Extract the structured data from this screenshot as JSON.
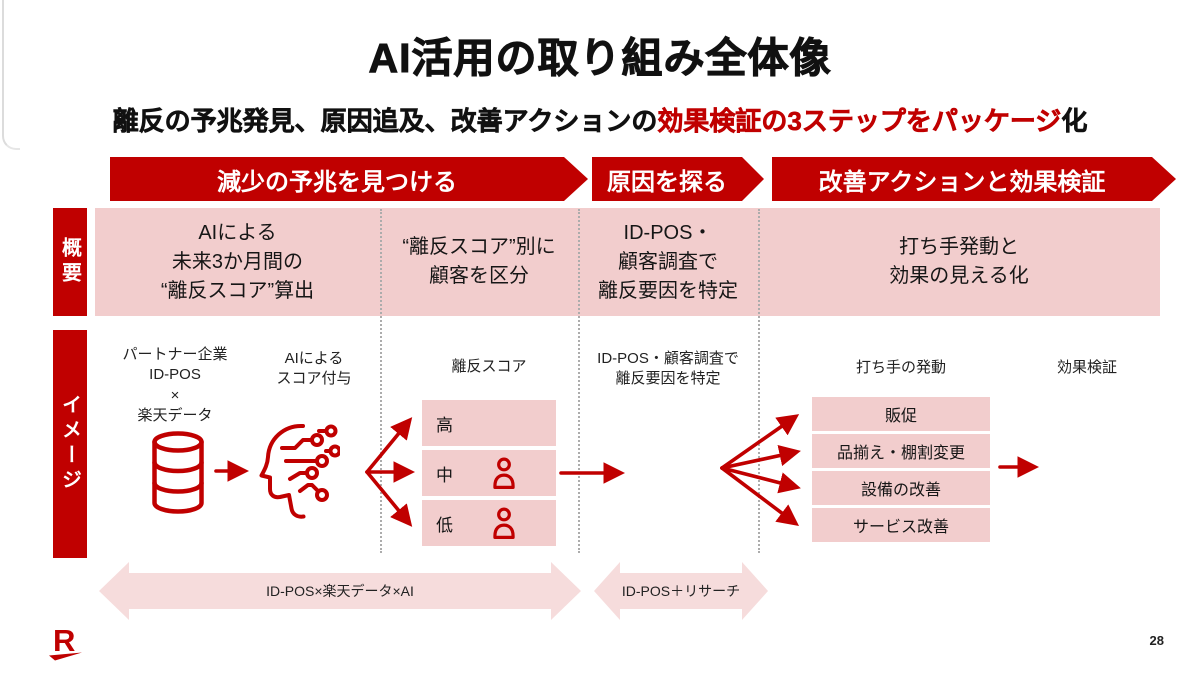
{
  "slide": {
    "title": "AI活用の取り組み全体像",
    "subtitle": {
      "black_prefix": "離反の予兆発見、原因追及、改善アクションの",
      "red_highlight": "効果検証の3ステップをパッケージ",
      "black_suffix": "化"
    },
    "page_number": "28",
    "logo_letter": "R"
  },
  "colors": {
    "accent_red": "#C00000",
    "logo_red": "#BF0000",
    "pink_band": "#F2CDCD",
    "pink_bottom_arrow": "#F6DCDC",
    "text_black": "#1A1A1A",
    "banner_text": "#FFFFFF"
  },
  "step_banners": [
    {
      "label": "減少の予兆を見つける"
    },
    {
      "label": "原因を探る"
    },
    {
      "label": "改善アクションと効果検証"
    }
  ],
  "rows": {
    "overview": {
      "row_label": "概要",
      "columns": [
        {
          "text": "AIによる\n未来3か月間の\n“離反スコア”算出"
        },
        {
          "text": "“離反スコア”別に\n顧客を区分"
        },
        {
          "text": "ID-POS・\n顧客調査で\n離反要因を特定"
        },
        {
          "text": "打ち手発動と\n効果の見える化"
        }
      ]
    },
    "image": {
      "row_label": "イメージ",
      "data_source_label": "パートナー企業\nID-POS\n×\n楽天データ",
      "ai_scoring_label": "AIによる\nスコア付与",
      "score_title": "離反スコア",
      "score_levels": [
        {
          "label": "高",
          "has_person": false
        },
        {
          "label": "中",
          "has_person": true
        },
        {
          "label": "低",
          "has_person": true
        }
      ],
      "identify_label": "ID-POS・顧客調査で\n離反要因を特定",
      "actions_title": "打ち手の発動",
      "verify_title": "効果検証",
      "actions": [
        "販促",
        "品揃え・棚割変更",
        "設備の改善",
        "サービス改善"
      ]
    }
  },
  "bottom_arrows": [
    {
      "label": "ID-POS×楽天データ×AI"
    },
    {
      "label": "ID-POS＋リサーチ"
    }
  ],
  "icons": {
    "database": "database-icon",
    "ai_head": "ai-head-icon",
    "person": "person-icon",
    "logo": "rakuten-r-logo"
  }
}
